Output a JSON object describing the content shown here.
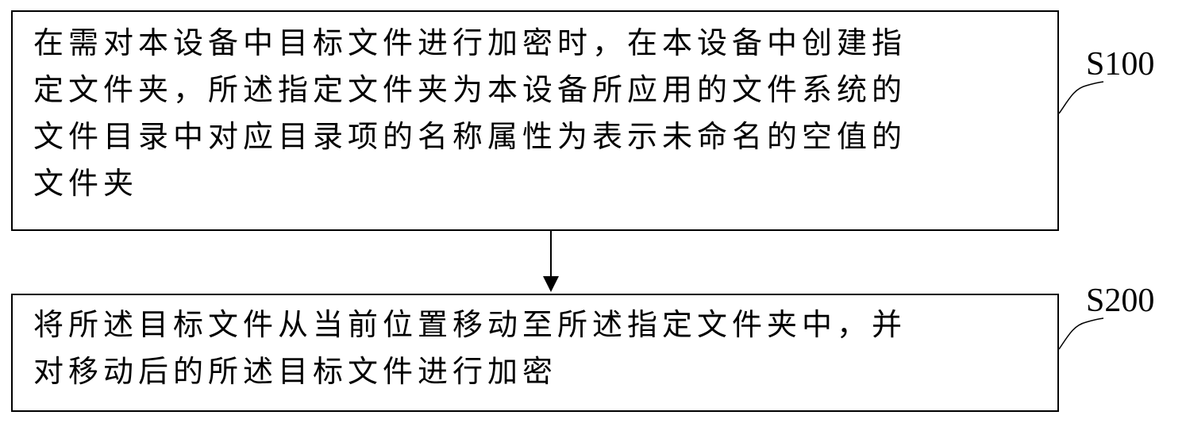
{
  "steps": [
    {
      "id": "S100",
      "text": "在需对本设备中目标文件进行加密时，在本设备中创建指\n定文件夹，所述指定文件夹为本设备所应用的文件系统的\n文件目录中对应目录项的名称属性为表示未命名的空值的\n文件夹"
    },
    {
      "id": "S200",
      "text": "将所述目标文件从当前位置移动至所述指定文件夹中，并\n对移动后的所述目标文件进行加密"
    }
  ]
}
